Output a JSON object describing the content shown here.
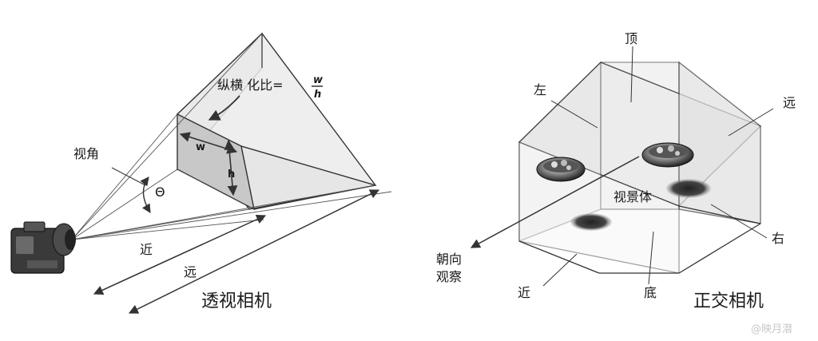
{
  "perspective": {
    "title": "透视相机",
    "aspect_label": "纵横 化比=",
    "aspect_num": "w",
    "aspect_den": "h",
    "fov_label": "视角",
    "theta": "Θ",
    "near": "近",
    "far": "远",
    "w": "w",
    "h": "h"
  },
  "orthographic": {
    "title": "正交相机",
    "top": "顶",
    "left": "左",
    "far": "远",
    "right": "右",
    "bottom": "底",
    "near": "近",
    "view_volume": "视景体",
    "view_dir_line1": "朝向",
    "view_dir_line2": "观察"
  },
  "watermark": "@映月潜"
}
